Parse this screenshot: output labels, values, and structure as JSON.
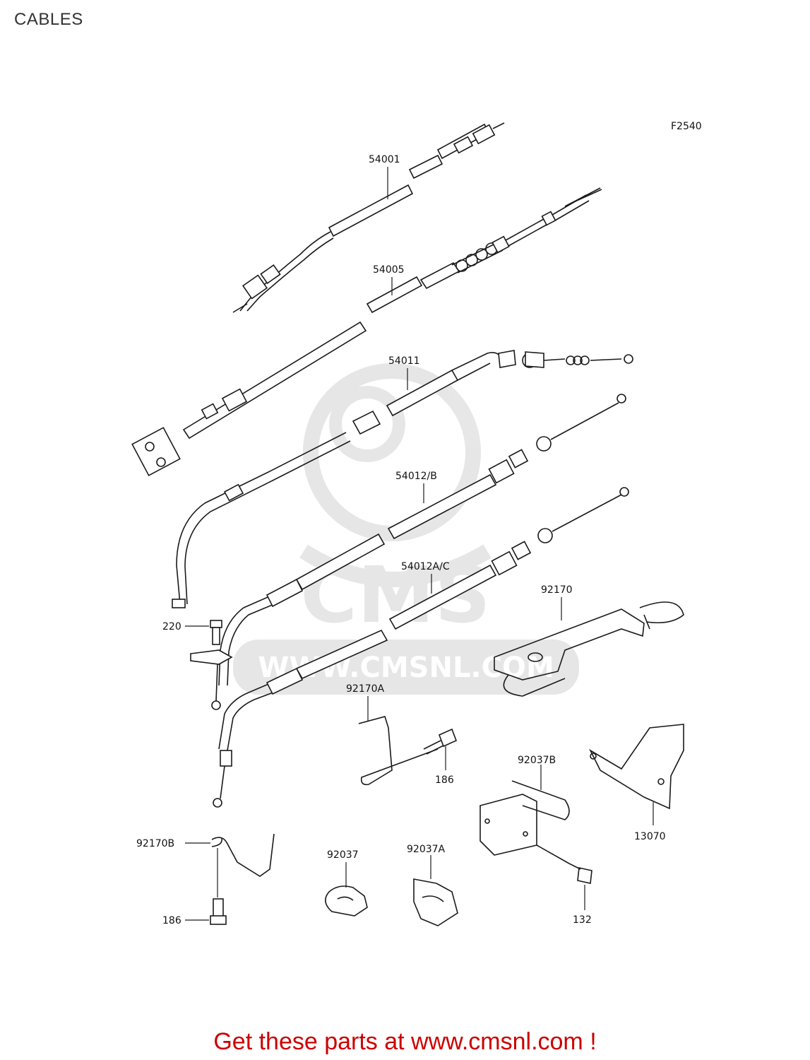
{
  "page": {
    "title": "CABLES",
    "ref_code": "F2540"
  },
  "watermark": {
    "text": "WWW.CMSNL.COM"
  },
  "parts": [
    {
      "id": "p54001",
      "label": "54001"
    },
    {
      "id": "p54005",
      "label": "54005"
    },
    {
      "id": "p54011",
      "label": "54011"
    },
    {
      "id": "p54012b",
      "label": "54012/B"
    },
    {
      "id": "p54012ac",
      "label": "54012A/C"
    },
    {
      "id": "p92170",
      "label": "92170"
    },
    {
      "id": "p220",
      "label": "220"
    },
    {
      "id": "p92170a",
      "label": "92170A"
    },
    {
      "id": "p186a",
      "label": "186"
    },
    {
      "id": "p92037b",
      "label": "92037B"
    },
    {
      "id": "p13070",
      "label": "13070"
    },
    {
      "id": "p92170b",
      "label": "92170B"
    },
    {
      "id": "p92037",
      "label": "92037"
    },
    {
      "id": "p92037a",
      "label": "92037A"
    },
    {
      "id": "p186b",
      "label": "186"
    },
    {
      "id": "p132",
      "label": "132"
    }
  ],
  "footer": {
    "text": "Get these parts at www.cmsnl.com !"
  }
}
